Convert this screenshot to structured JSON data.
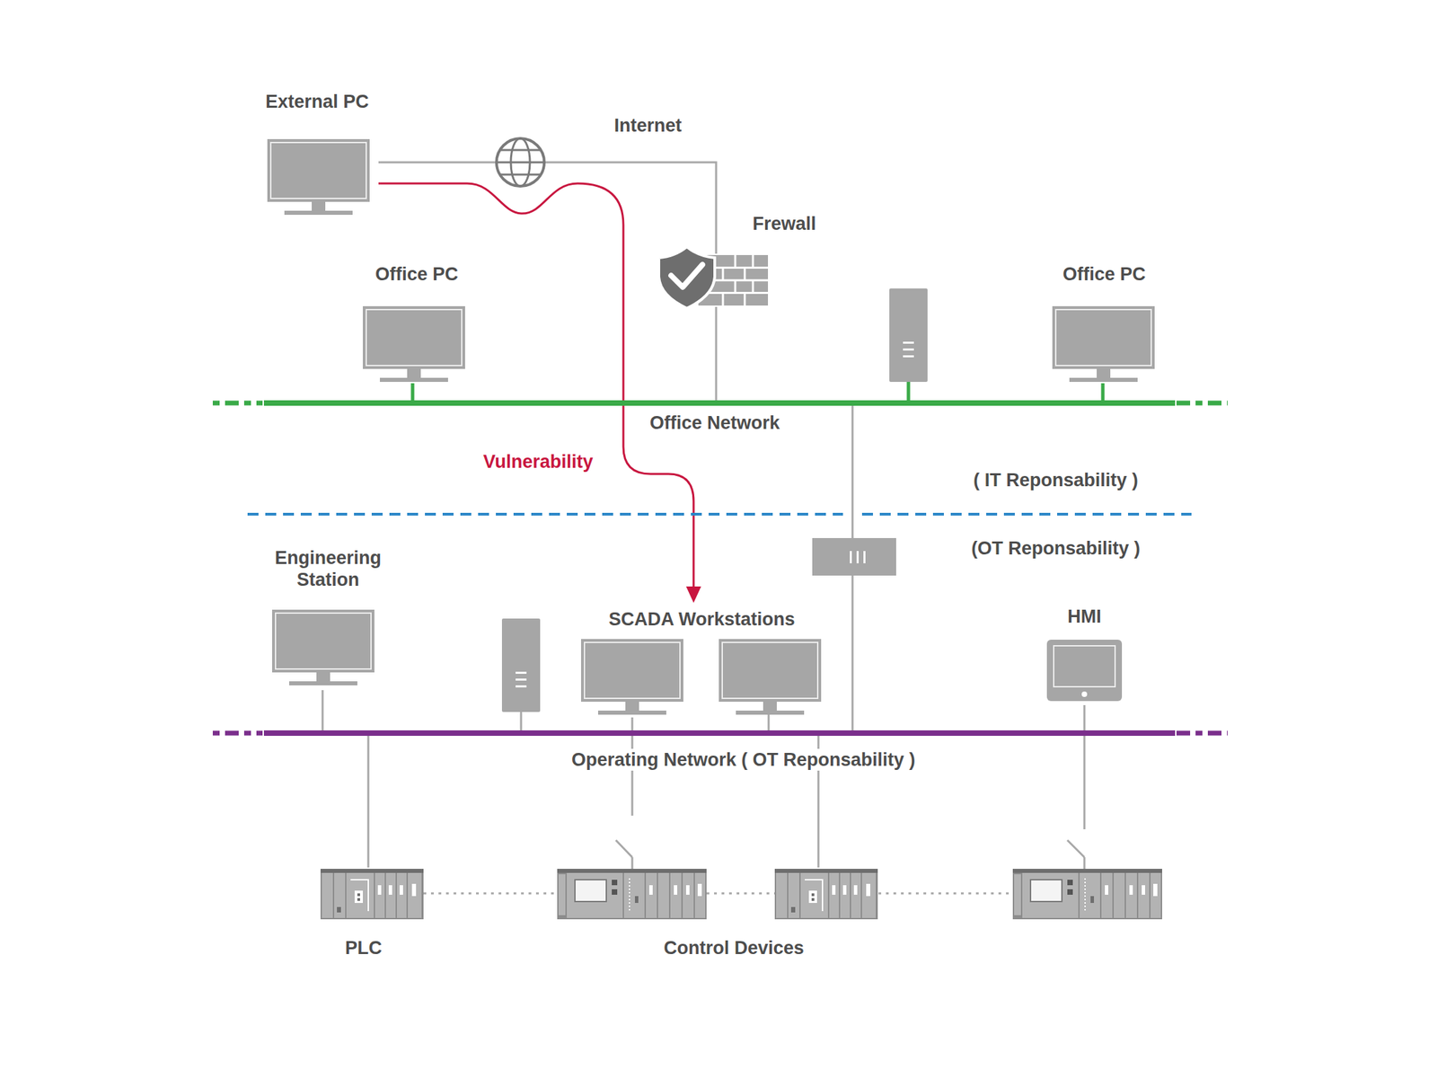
{
  "diagram": {
    "nodes": [
      {
        "text": [
          "External PC"
        ]
      },
      {
        "text": [
          "Frewall"
        ]
      },
      {
        "text": [
          "Office PC"
        ]
      },
      {
        "text": [
          "Office PC"
        ]
      },
      {
        "text": [
          "Office Network"
        ]
      },
      {
        "text": [
          "Engineering Station"
        ]
      },
      {
        "text": [
          "SCADA Workstations"
        ]
      },
      {
        "text": [
          "HMI"
        ]
      },
      {
        "text": [
          "Operating Network ( OT Reponsability )"
        ]
      },
      {
        "text": [
          "PLC"
        ]
      },
      {
        "text": [
          "Control Devices"
        ]
      }
    ],
    "edges": [
      {
        "from": 0,
        "to": 1,
        "arrow": "none"
      },
      {
        "from": 1,
        "to": 4,
        "arrow": "none"
      },
      {
        "from": 2,
        "to": 4,
        "arrow": "none"
      },
      {
        "from": 3,
        "to": 4,
        "arrow": "none"
      },
      {
        "from": 4,
        "to": 8,
        "arrow": "none"
      },
      {
        "from": 5,
        "to": 8,
        "arrow": "none"
      },
      {
        "from": 6,
        "to": 8,
        "arrow": "none"
      },
      {
        "from": 7,
        "to": 8,
        "arrow": "none"
      },
      {
        "from": 8,
        "to": 9,
        "arrow": "none"
      },
      {
        "from": 8,
        "to": 10,
        "arrow": "none"
      },
      {
        "from": 0,
        "to": 6,
        "arrow": "to",
        "label": "Vulnerability"
      }
    ],
    "labels": [
      "Internet",
      "( IT Reponsability )",
      "(OT Reponsability )"
    ]
  }
}
